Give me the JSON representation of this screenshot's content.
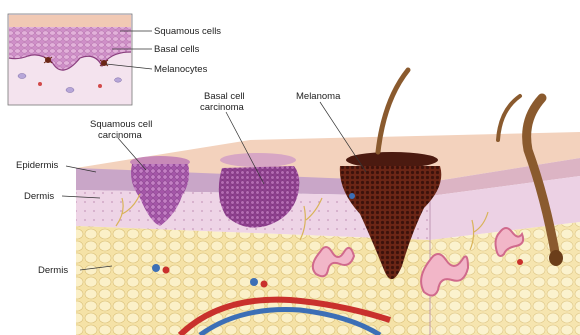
{
  "inset": {
    "labels": {
      "squamous": "Squamous cells",
      "basal": "Basal cells",
      "melanocytes": "Melanocytes"
    }
  },
  "main": {
    "labels": {
      "scc_line1": "Squamous cell",
      "scc_line2": "carcinoma",
      "bcc_line1": "Basal cell",
      "bcc_line2": "carcinoma",
      "melanoma": "Melanoma",
      "epidermis": "Epidermis",
      "dermis_upper": "Dermis",
      "dermis_lower": "Dermis"
    }
  },
  "colors": {
    "epidermis_surface": "#f3d2bd",
    "epidermis_side": "#c9a6c8",
    "dermis": "#f1dcea",
    "fat": "#f6e7b3",
    "scc": "#a05aa6",
    "bcc": "#8e3f8e",
    "melanoma": "#5a1f14",
    "hair": "#8a5a2e"
  }
}
